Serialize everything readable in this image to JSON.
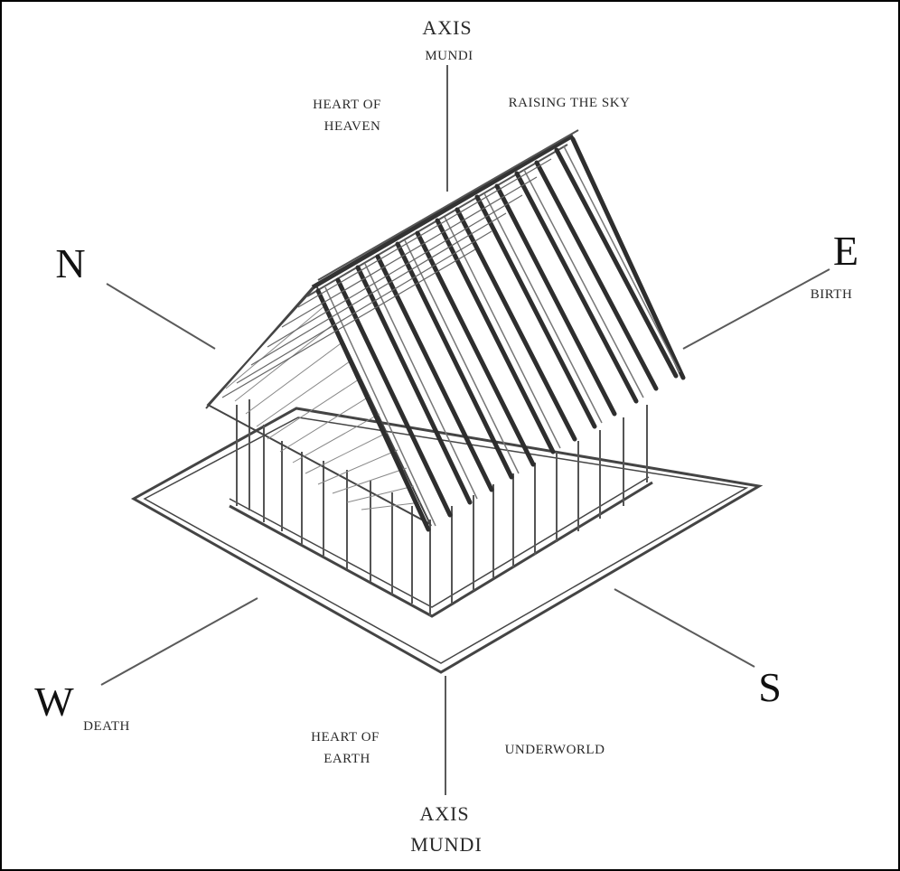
{
  "labels": {
    "axis_top_line1": "AXIS",
    "axis_top_line2": "MUNDI",
    "heart_heaven_line1": "HEART OF",
    "heart_heaven_line2": "HEAVEN",
    "raising_sky": "RAISING THE SKY",
    "north": "N",
    "east": "E",
    "east_sub": "BIRTH",
    "west": "W",
    "west_sub": "DEATH",
    "south": "S",
    "heart_earth_line1": "HEART OF",
    "heart_earth_line2": "EARTH",
    "underworld": "UNDERWORLD",
    "axis_bottom_line1": "AXIS",
    "axis_bottom_line2": "MUNDI"
  },
  "colors": {
    "ink": "#2a2a2a",
    "structure": "#444444",
    "background": "#ffffff"
  }
}
